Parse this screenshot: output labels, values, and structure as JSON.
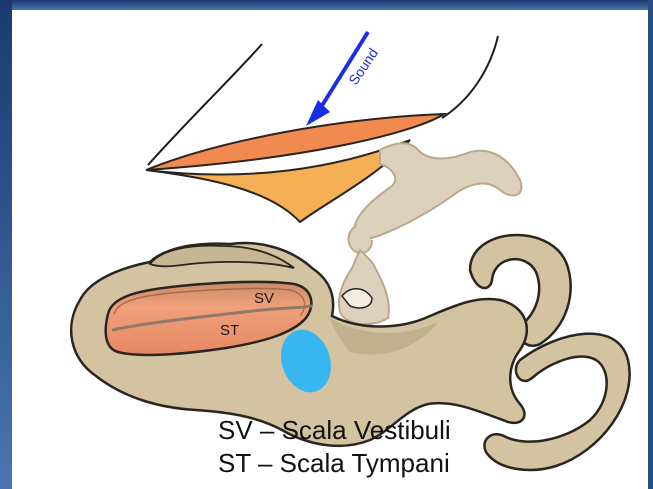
{
  "diagram": {
    "labels": {
      "sound": "Sound",
      "sv": "SV",
      "st": "ST"
    },
    "legend": [
      {
        "text": "SV – Scala Vestibuli"
      },
      {
        "text": "ST – Scala Tympani"
      }
    ],
    "colors": {
      "frame_left": "#3a5f9a",
      "frame_top": "#1d3b72",
      "cochlea_fill": "#d3c3a0",
      "cochlea_shadow": "#bcab86",
      "outline": "#2a2520",
      "canal_fill": "#e7956f",
      "eardrum": "#f0884f",
      "eardrum_cone": "#f4b25a",
      "ossicles": "#ddd0bc",
      "round_window": "#37b6f0",
      "sound_arrow": "#1a2ee6"
    }
  }
}
